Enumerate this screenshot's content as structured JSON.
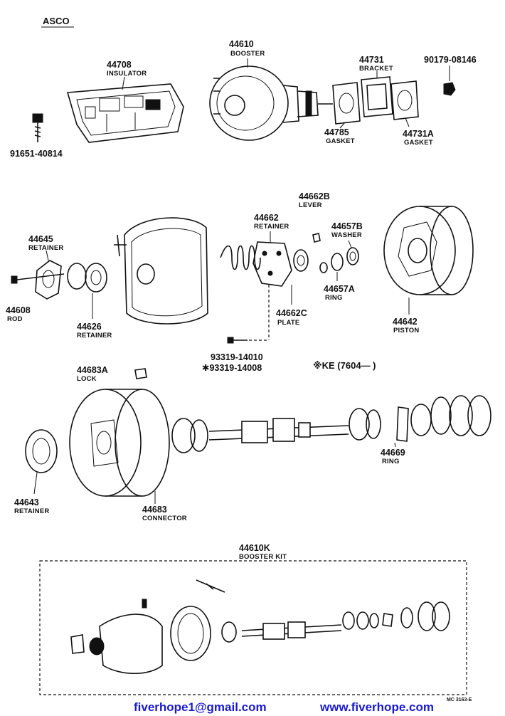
{
  "header": {
    "label": "ASCO",
    "subtitle": "※KE (7604—        )"
  },
  "parts": {
    "p44610": {
      "number": "44610",
      "name": "BOOSTER"
    },
    "p44708": {
      "number": "44708",
      "name": "INSULATOR"
    },
    "p44731": {
      "number": "44731",
      "name": "BRACKET"
    },
    "p90179": {
      "number": "90179-08146"
    },
    "p44785": {
      "number": "44785",
      "name": "GASKET"
    },
    "p44731a": {
      "number": "44731A",
      "name": "GASKET"
    },
    "p91651": {
      "number": "91651-40814"
    },
    "p44662b": {
      "number": "44662B",
      "name": "LEVER"
    },
    "p44662": {
      "number": "44662",
      "name": "RETAINER"
    },
    "p44657b": {
      "number": "44657B",
      "name": "WASHER"
    },
    "p44645": {
      "number": "44645",
      "name": "RETAINER"
    },
    "p44657a": {
      "number": "44657A",
      "name": "RING"
    },
    "p44608": {
      "number": "44608",
      "name": "ROD"
    },
    "p44626": {
      "number": "44626",
      "name": "RETAINER"
    },
    "p44662c": {
      "number": "44662C",
      "name": "PLATE"
    },
    "p44642": {
      "number": "44642",
      "name": "PISTON"
    },
    "p93319a": {
      "number": "93319-14010"
    },
    "p93319b": {
      "number": "✱93319-14008"
    },
    "p44683a": {
      "number": "44683A",
      "name": "LOCK"
    },
    "p44669": {
      "number": "44669",
      "name": "RING"
    },
    "p44643": {
      "number": "44643",
      "name": "RETAINER"
    },
    "p44683": {
      "number": "44683",
      "name": "CONNECTOR"
    },
    "p44610k": {
      "number": "44610K",
      "name": "BOOSTER KIT"
    }
  },
  "figure_code": "MC 3163-E",
  "footer": {
    "email": "fiverhope1@gmail.com",
    "website": "www.fiverhope.com",
    "color": "#1a1ad0"
  }
}
